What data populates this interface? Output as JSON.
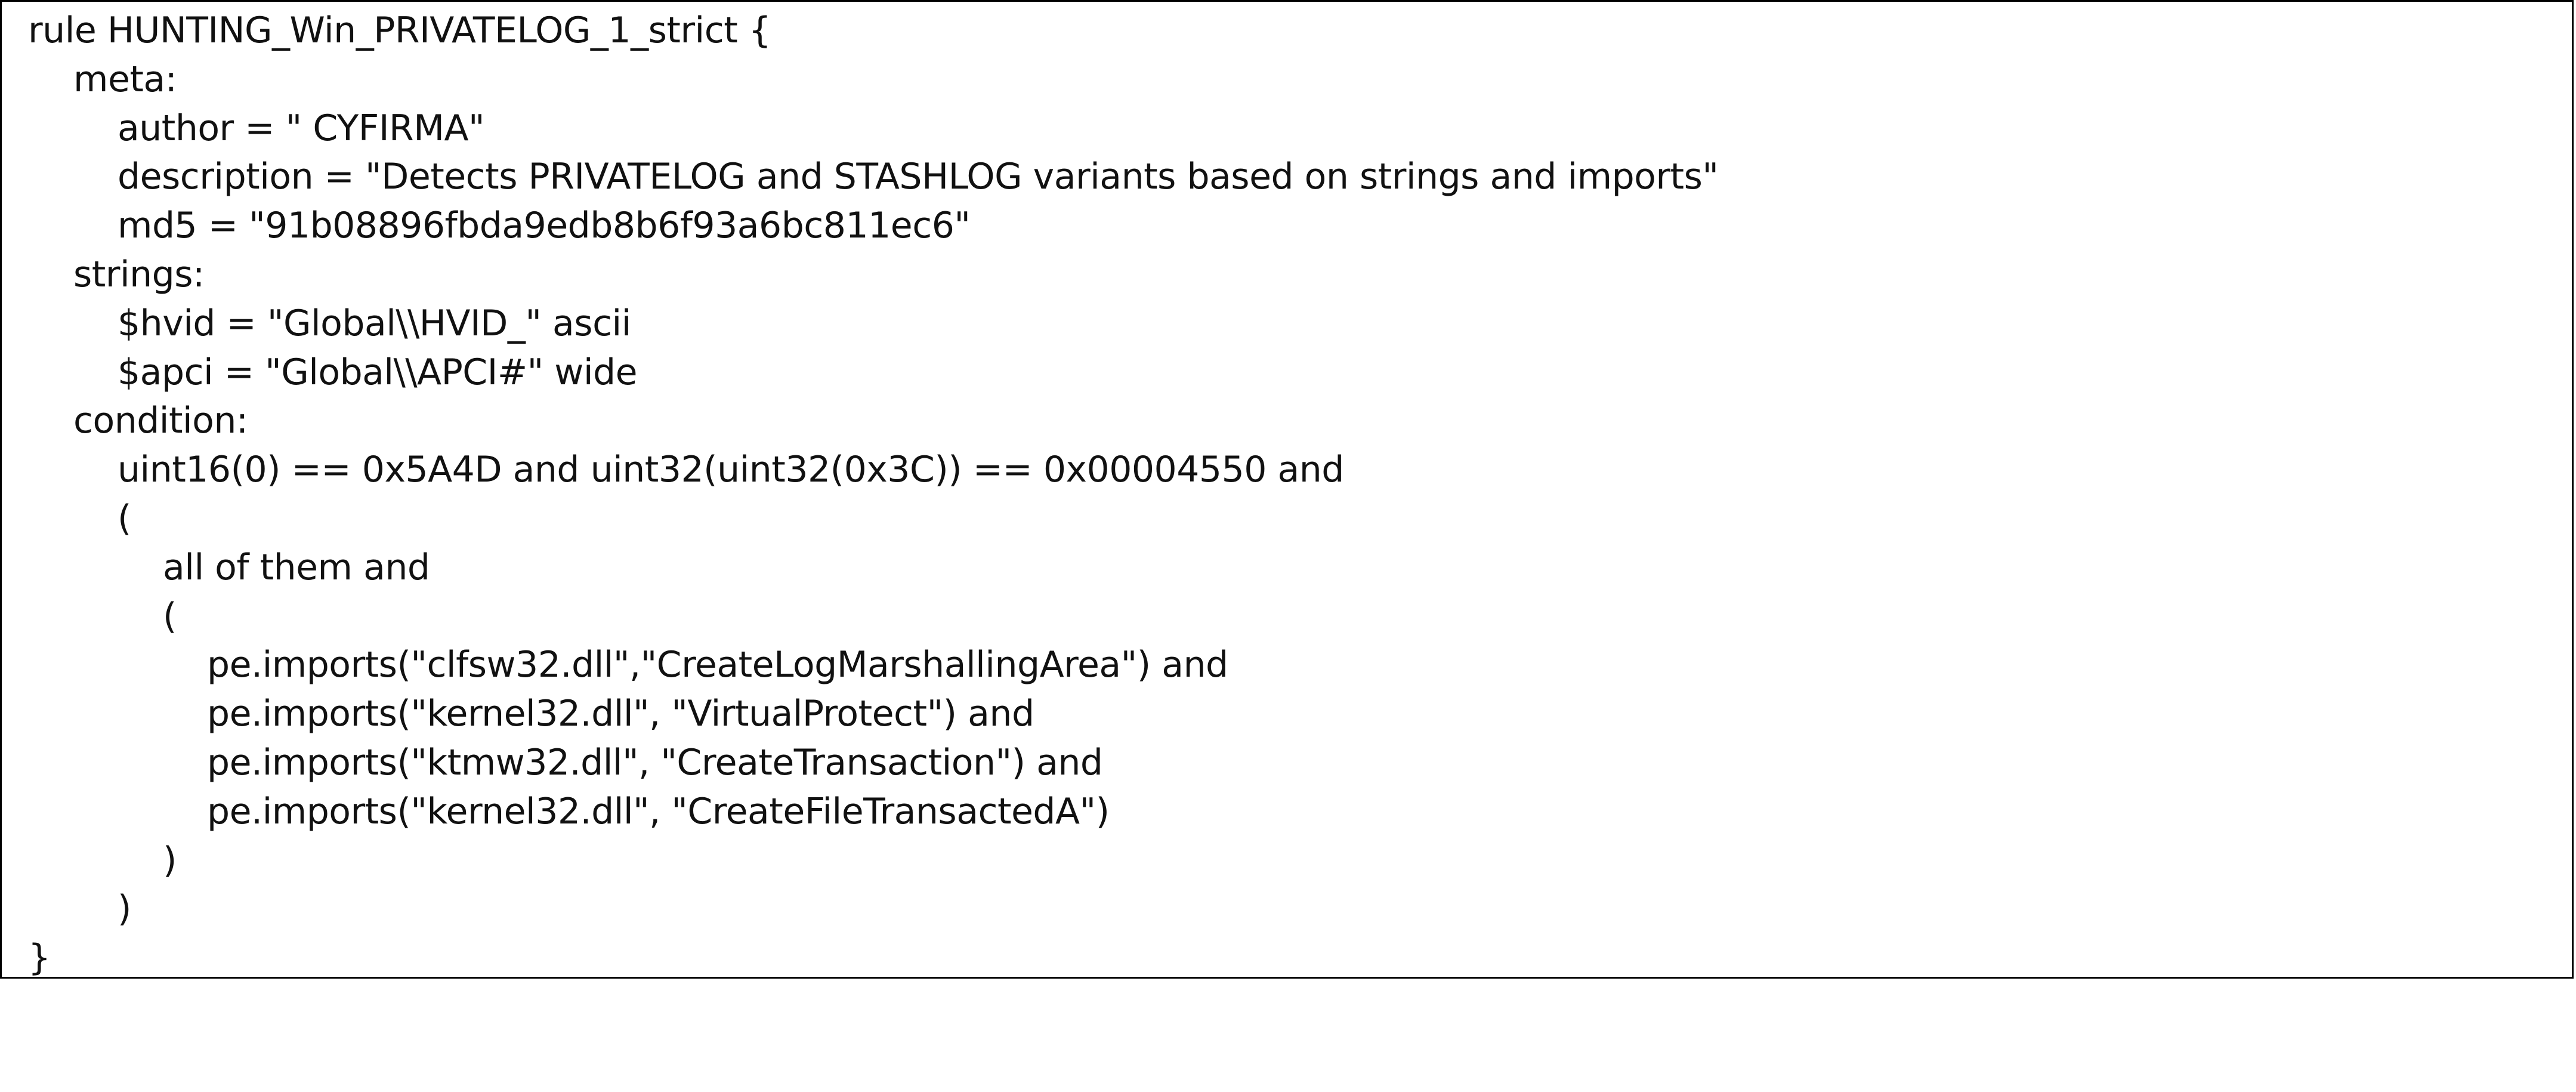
{
  "document": {
    "lines": [
      {
        "indent": 0,
        "text": "rule HUNTING_Win_PRIVATELOG_1_strict {"
      },
      {
        "indent": 1,
        "text": "meta:"
      },
      {
        "indent": 2,
        "text": "author = \" CYFIRMA\""
      },
      {
        "indent": 2,
        "text": "description = \"Detects PRIVATELOG and STASHLOG variants based on strings and imports\""
      },
      {
        "indent": 2,
        "text": "md5 = \"91b08896fbda9edb8b6f93a6bc811ec6\""
      },
      {
        "indent": 1,
        "text": "strings:"
      },
      {
        "indent": 2,
        "text": "$hvid = \"Global\\\\HVID_\" ascii"
      },
      {
        "indent": 2,
        "text": "$apci = \"Global\\\\APCI#\" wide"
      },
      {
        "indent": 1,
        "text": "condition:"
      },
      {
        "indent": 2,
        "text": "uint16(0) == 0x5A4D and uint32(uint32(0x3C)) == 0x00004550 and"
      },
      {
        "indent": 2,
        "text": "("
      },
      {
        "indent": 3,
        "text": "all of them and"
      },
      {
        "indent": 3,
        "text": "("
      },
      {
        "indent": 4,
        "text": "pe.imports(\"clfsw32.dll\",\"CreateLogMarshallingArea\") and"
      },
      {
        "indent": 4,
        "text": "pe.imports(\"kernel32.dll\", \"VirtualProtect\") and"
      },
      {
        "indent": 4,
        "text": "pe.imports(\"ktmw32.dll\", \"CreateTransaction\") and"
      },
      {
        "indent": 4,
        "text": "pe.imports(\"kernel32.dll\", \"CreateFileTransactedA\")"
      },
      {
        "indent": 3,
        "text": ")"
      },
      {
        "indent": 2,
        "text": ")"
      },
      {
        "indent": 0,
        "text": "}"
      }
    ]
  }
}
